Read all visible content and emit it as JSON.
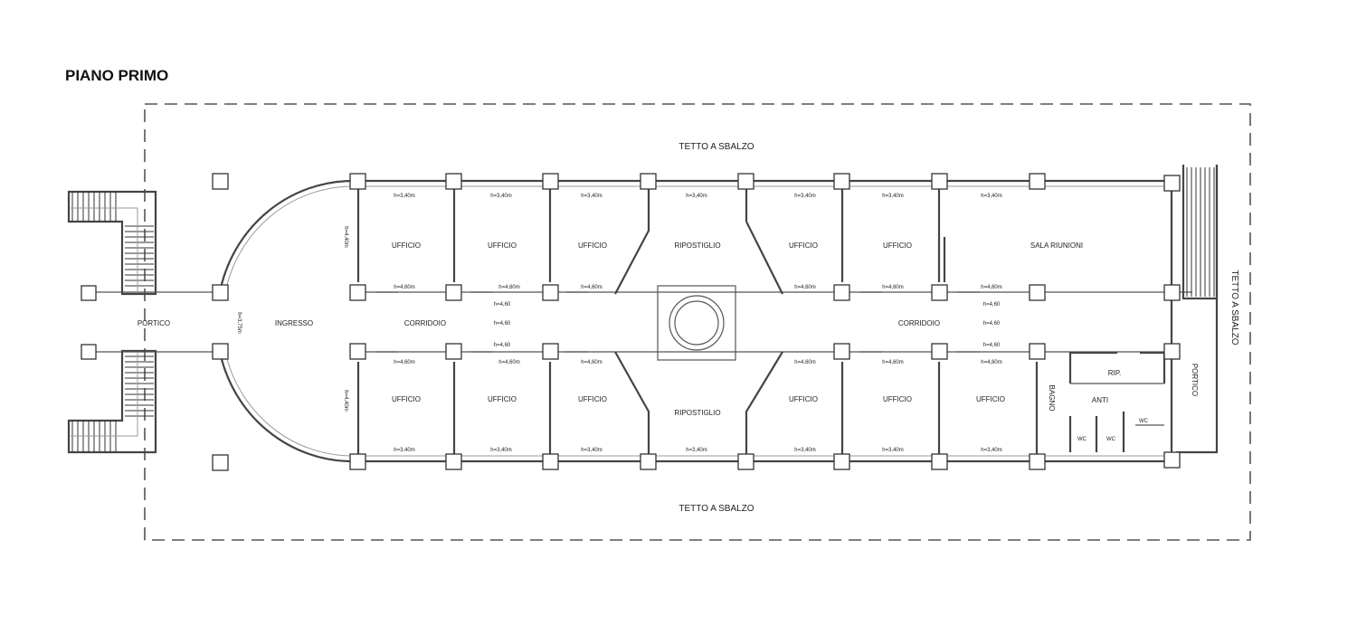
{
  "title": "PIANO PRIMO",
  "roof_top": "TETTO A SBALZO",
  "roof_bottom": "TETTO A SBALZO",
  "roof_right": "TETTO A SBALZO",
  "portico_left": "PORTICO",
  "portico_right": "PORTICO",
  "ingresso": "INGRESSO",
  "corridor_left": "CORRIDOIO",
  "corridor_right": "CORRIDOIO",
  "office": "UFFICIO",
  "storage": "RIPOSTIGLIO",
  "meeting": "SALA RIUNIONI",
  "rip": "RIP.",
  "anti": "ANTI",
  "bagno": "BAGNO",
  "wc": "WC",
  "h340": "h=3,40m",
  "h460": "h=4,60m",
  "h460b": "h=4,60",
  "h340b": "h=3,40m",
  "h_side": "h=4,40m",
  "h_portico": "h=3,75m"
}
